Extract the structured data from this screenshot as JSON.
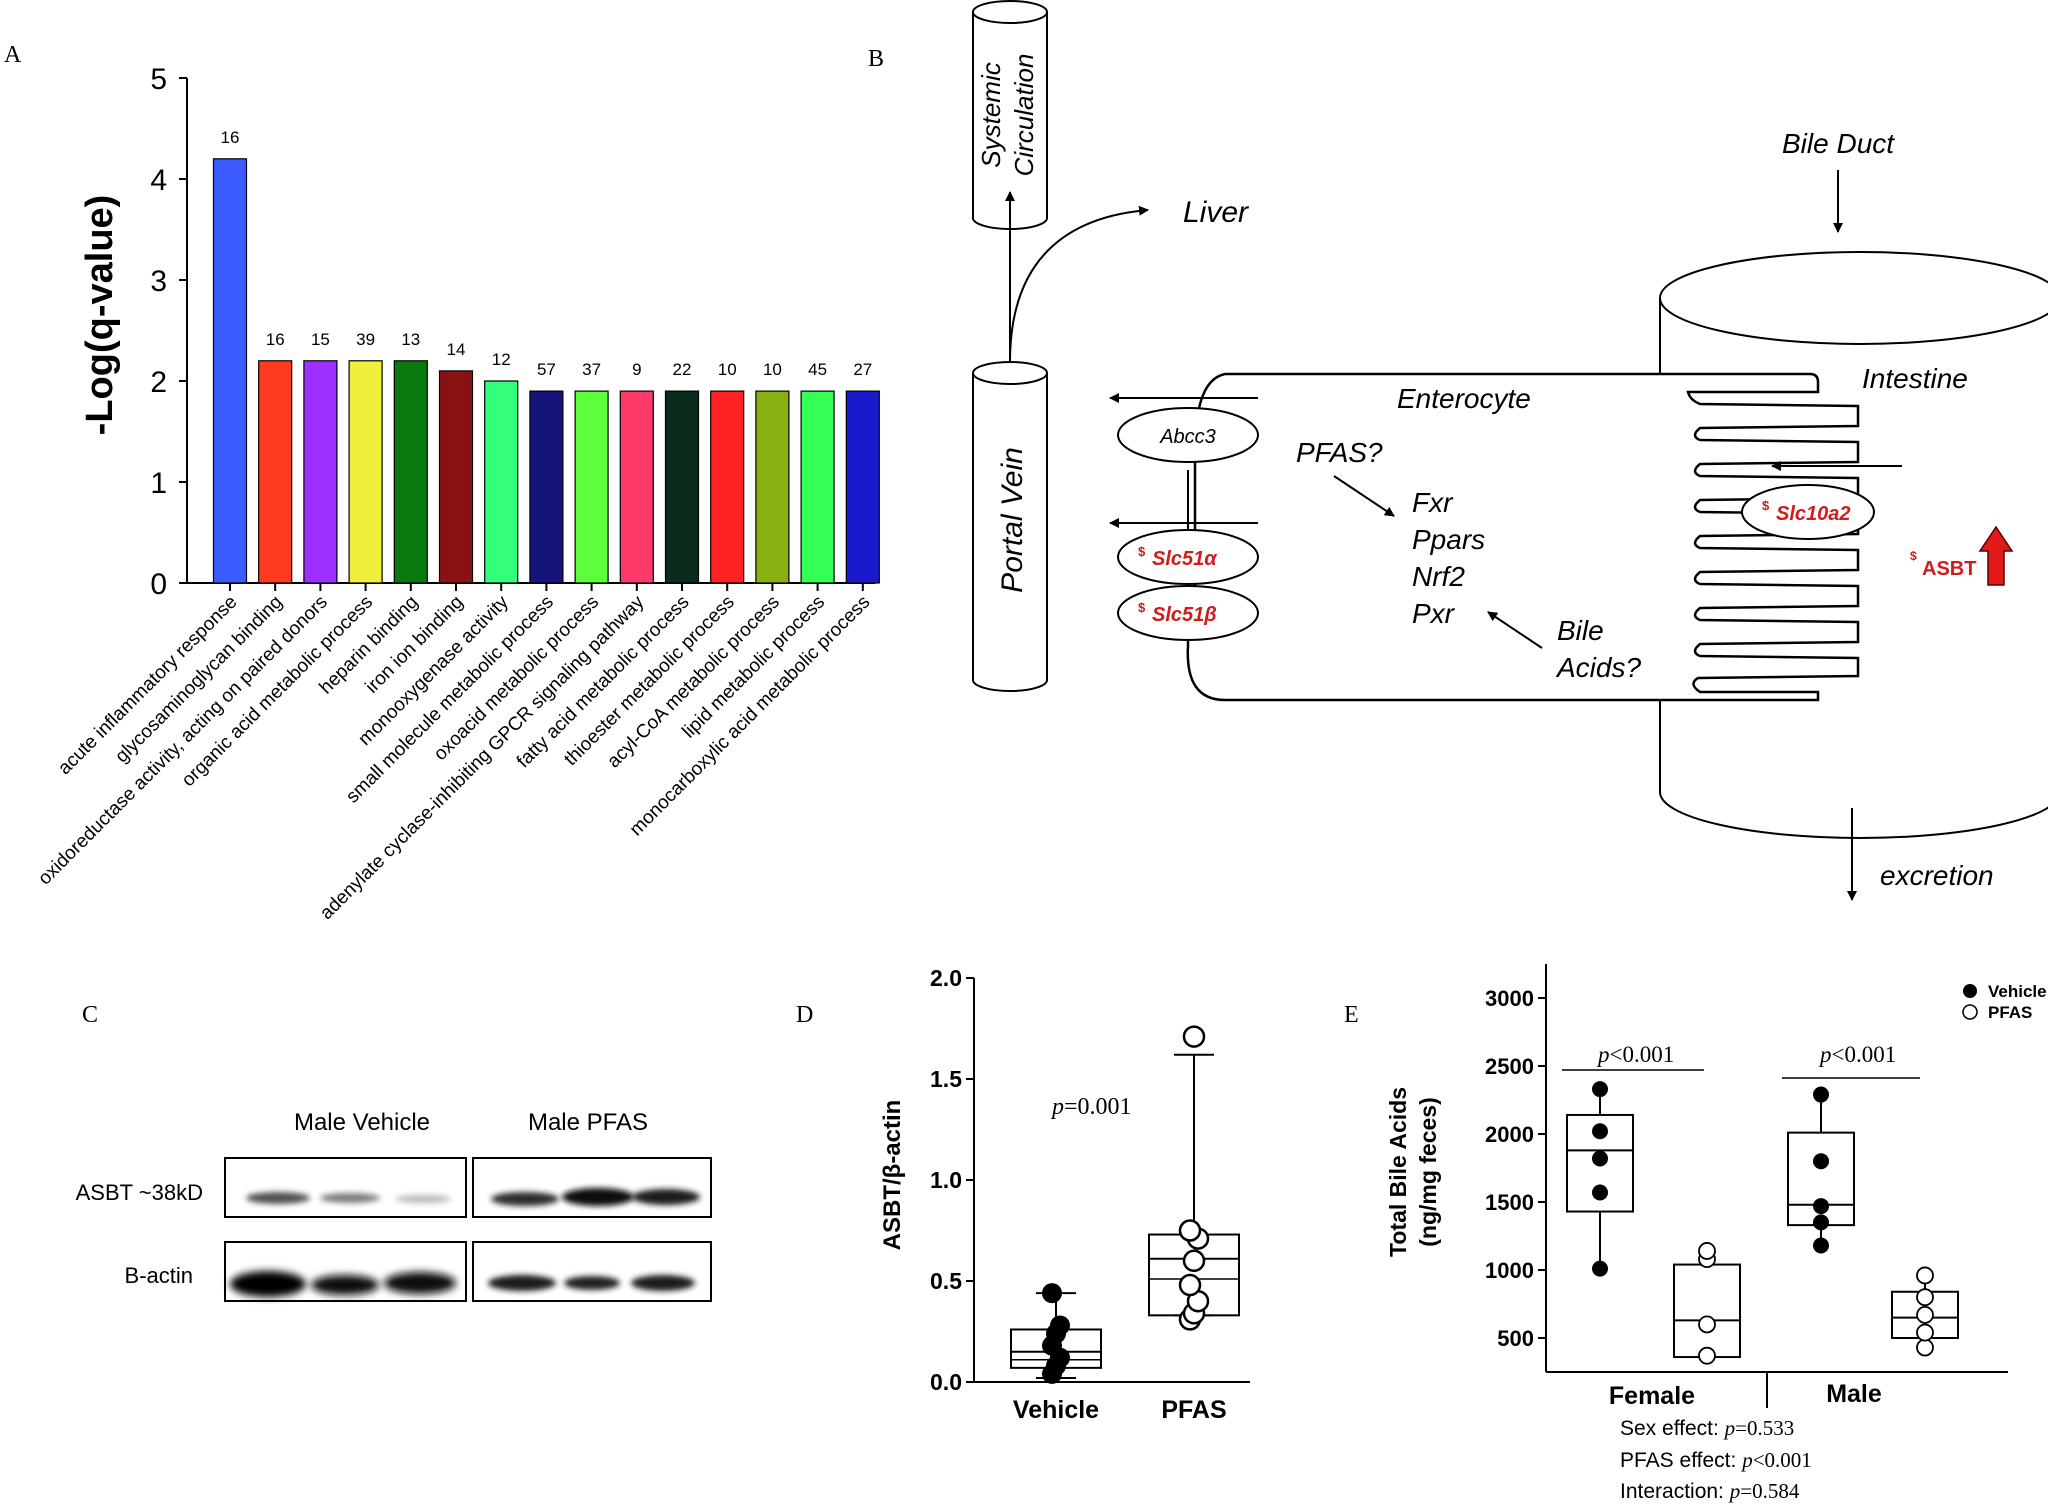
{
  "panels": {
    "A": {
      "letter": "A",
      "ylabel": "-Log(q-value)",
      "yticks": [
        "0",
        "1",
        "2",
        "3",
        "4",
        "5"
      ]
    },
    "B": {
      "letter": "B",
      "systemic": [
        "Systemic",
        "Circulation"
      ],
      "liver": "Liver",
      "portal_vein": "Portal Vein",
      "bile_duct": "Bile Duct",
      "intestine": "Intestine",
      "enterocyte": "Enterocyte",
      "excretion": "excretion",
      "abcc3": "Abcc3",
      "dollar": "$",
      "slc51a": "Slc51α",
      "slc51b": "Slc51β",
      "slc10a2": "Slc10a2",
      "asbt": "ASBT",
      "pfas_q": "PFAS?",
      "genes": [
        "Fxr",
        "Ppars",
        "Nrf2",
        "Pxr"
      ],
      "bile_acids": [
        "Bile",
        "Acids?"
      ]
    },
    "C": {
      "letter": "C",
      "group1": "Male Vehicle",
      "group2": "Male PFAS",
      "row1": "ASBT ~38kD",
      "row2": "B-actin"
    },
    "D": {
      "letter": "D",
      "ylabel": "ASBT/β-actin",
      "yticks": [
        "0.0",
        "0.5",
        "1.0",
        "1.5",
        "2.0"
      ],
      "pvalue_p": "p",
      "pvalue_rest": "=0.001",
      "xlabels": [
        "Vehicle",
        "PFAS"
      ]
    },
    "E": {
      "letter": "E",
      "ylabel_line1": "Total Bile Acids",
      "ylabel_line2": "(ng/mg feces)",
      "yticks": [
        "500",
        "1000",
        "1500",
        "2000",
        "2500",
        "3000"
      ],
      "legend": [
        "Vehicle",
        "PFAS"
      ],
      "p_female_p": "p",
      "p_female_rest": "<0.001",
      "p_male_p": "p",
      "p_male_rest": "<0.001",
      "xlabels": [
        "Female",
        "Male"
      ],
      "stats": [
        {
          "label": "Sex effect: ",
          "p": "p",
          "rest": "=0.533"
        },
        {
          "label": "PFAS effect: ",
          "p": "p",
          "rest": "<0.001"
        },
        {
          "label": "Interaction: ",
          "p": "p",
          "rest": "=0.584"
        }
      ]
    }
  },
  "chart_data": [
    {
      "type": "bar",
      "ylabel": "-Log(q-value)",
      "ylim": [
        0,
        5
      ],
      "categories": [
        "acute inflammatory response",
        "glycosaminoglycan binding",
        "oxidoreductase activity, acting on paired donors",
        "organic acid metabolic process",
        "heparin binding",
        "iron ion binding",
        "monooxygenase activity",
        "small molecule metabolic process",
        "oxoacid metabolic process",
        "adenylate cyclase-inhibiting GPCR signaling pathway",
        "fatty acid metabolic process",
        "thioester metabolic process",
        "acyl-CoA metabolic process",
        "lipid metabolic process",
        "monocarboxylic acid metabolic process"
      ],
      "values": [
        4.2,
        2.2,
        2.2,
        2.2,
        2.2,
        2.1,
        2.0,
        1.9,
        1.9,
        1.9,
        1.9,
        1.9,
        1.9,
        1.9,
        1.9
      ],
      "labels": [
        "16",
        "16",
        "15",
        "39",
        "13",
        "14",
        "12",
        "57",
        "37",
        "9",
        "22",
        "10",
        "10",
        "45",
        "27"
      ],
      "colors": [
        "#3b5bff",
        "#ff3b1f",
        "#9b30ff",
        "#f0f03c",
        "#0a7a10",
        "#8b1212",
        "#33ff7a",
        "#14147a",
        "#5cff3a",
        "#ff3a6a",
        "#0a2a1a",
        "#ff2222",
        "#88b010",
        "#33ff55",
        "#1a1acc"
      ],
      "grid": false
    },
    {
      "type": "box",
      "ylabel": "ASBT/β-actin",
      "ylim": [
        0,
        2
      ],
      "categories": [
        "Vehicle",
        "PFAS"
      ],
      "series": [
        {
          "whisker": [
            0.02,
            0.44
          ],
          "box": [
            0.07,
            0.26
          ],
          "median": 0.15,
          "mean": 0.11,
          "points": [
            0.04,
            0.08,
            0.12,
            0.18,
            0.24,
            0.28,
            0.44
          ],
          "fill": "filled"
        },
        {
          "whisker": [
            0.33,
            1.62
          ],
          "box": [
            0.33,
            0.73
          ],
          "median": 0.61,
          "mean": 0.51,
          "points": [
            0.31,
            0.34,
            0.4,
            0.48,
            0.6,
            0.71,
            0.75,
            1.71
          ],
          "fill": "open"
        }
      ]
    },
    {
      "type": "box",
      "ylabel": "Total Bile Acids (ng/mg feces)",
      "ylim": [
        250,
        3250
      ],
      "categories": [
        "Female",
        "Male"
      ],
      "legend": [
        "Vehicle",
        "PFAS"
      ],
      "series": [
        {
          "name": "Vehicle",
          "boxes": [
            {
              "whisker": [
                1010,
                2350
              ],
              "box": [
                1430,
                2140
              ],
              "median": 1880,
              "points": [
                1010,
                1570,
                1820,
                2020,
                2330
              ]
            },
            {
              "whisker": [
                1180,
                2290
              ],
              "box": [
                1330,
                2010
              ],
              "median": 1480,
              "points": [
                1180,
                1350,
                1470,
                1800,
                2290
              ]
            }
          ]
        },
        {
          "name": "PFAS",
          "boxes": [
            {
              "whisker": [
                360,
                1130
              ],
              "box": [
                360,
                1040
              ],
              "median": 630,
              "points": [
                370,
                600,
                1080,
                1140
              ]
            },
            {
              "whisker": [
                430,
                960
              ],
              "box": [
                500,
                840
              ],
              "median": 650,
              "points": [
                430,
                540,
                670,
                800,
                960
              ]
            }
          ]
        }
      ]
    }
  ]
}
